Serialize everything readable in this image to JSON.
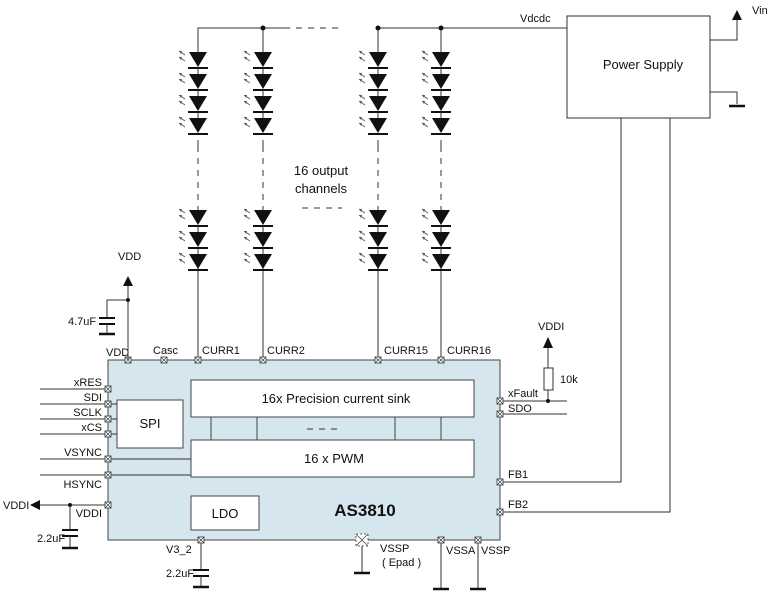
{
  "power_supply": {
    "label": "Power Supply",
    "vin": "Vin",
    "vdcdc": "Vdcdc"
  },
  "channels_note": {
    "line1": "16 output",
    "line2": "channels"
  },
  "chip": {
    "name": "AS3810",
    "sink_label": "16x Precision current sink",
    "pwm_label": "16 x PWM",
    "spi_label": "SPI",
    "ldo_label": "LDO"
  },
  "pins": {
    "vdd_top": "VDD",
    "casc": "Casc",
    "curr1": "CURR1",
    "curr2": "CURR2",
    "curr15": "CURR15",
    "curr16": "CURR16",
    "xres": "xRES",
    "sdi": "SDI",
    "sclk": "SCLK",
    "xcs": "xCS",
    "vsync": "VSYNC",
    "hsync": "HSYNC",
    "vddi_pin": "VDDI",
    "xfault": "xFault",
    "sdo": "SDO",
    "fb1": "FB1",
    "fb2": "FB2",
    "v3_2": "V3_2",
    "vssp_epad_1": "VSSP",
    "vssp_epad_2": "( Epad )",
    "vssa": "VSSA",
    "vssp": "VSSP"
  },
  "external": {
    "vdd_supply": "VDD",
    "cap_vdd": "4.7uF",
    "vddi_out": "VDDI",
    "cap_vddi": "2.2uF",
    "cap_v3": "2.2uF",
    "vddi_pullup": "VDDI",
    "resistor": "10k"
  }
}
